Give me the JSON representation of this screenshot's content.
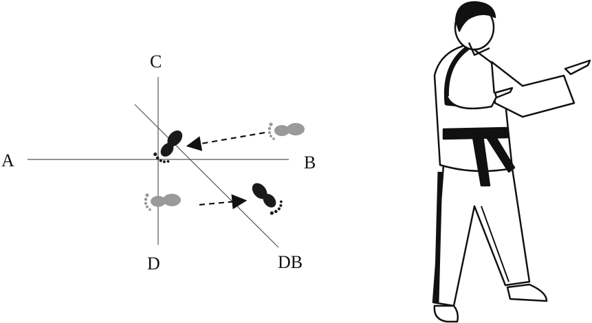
{
  "diagram": {
    "labels": {
      "a": "A",
      "b": "B",
      "c": "C",
      "d": "D",
      "db": "DB"
    },
    "colors": {
      "line": "#555555",
      "dark_foot": "#1a1a1a",
      "light_foot": "#9a9a9a",
      "belt": "#111111"
    }
  }
}
